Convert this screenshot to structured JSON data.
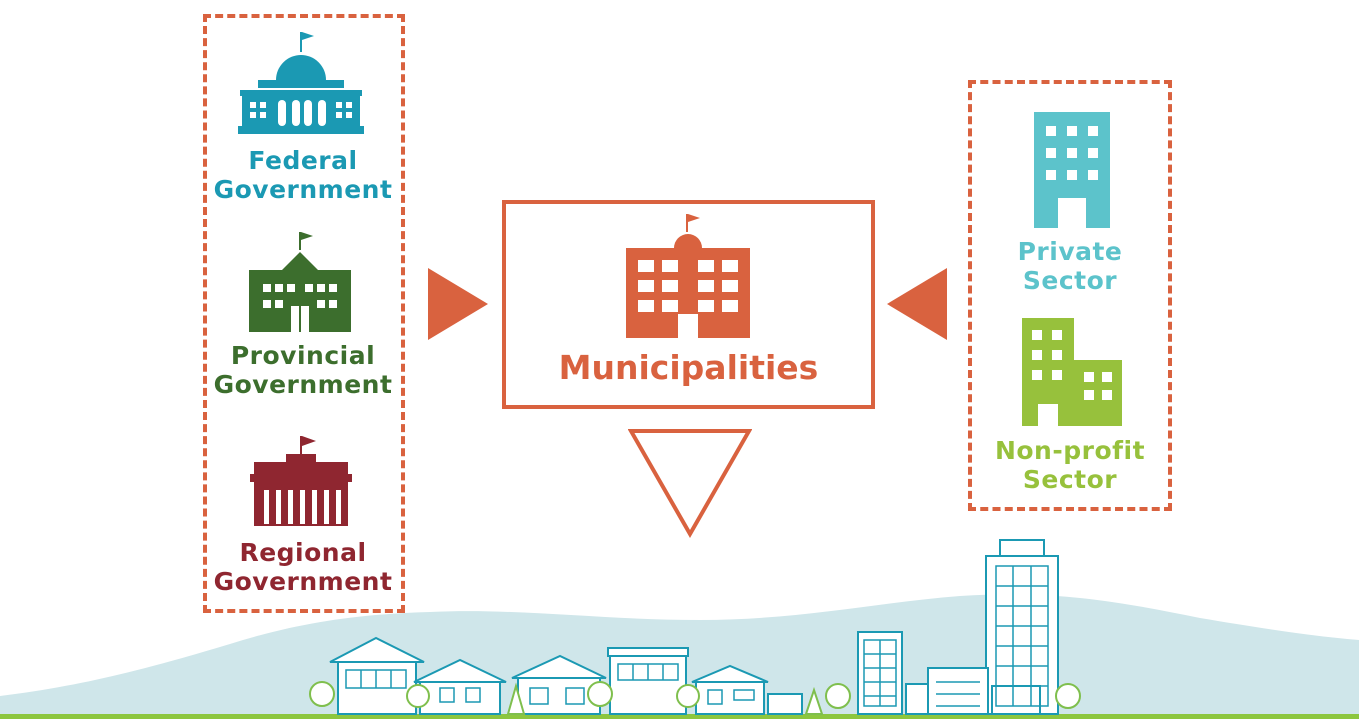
{
  "left_group": {
    "federal": {
      "line1": "Federal",
      "line2": "Government",
      "color": "#1b99b3"
    },
    "provincial": {
      "line1": "Provincial",
      "line2": "Government",
      "color": "#3c6e2d"
    },
    "regional": {
      "line1": "Regional",
      "line2": "Government",
      "color": "#8f2630"
    }
  },
  "center": {
    "label": "Municipalities",
    "color": "#d9623f"
  },
  "right_group": {
    "private": {
      "line1": "Private",
      "line2": "Sector",
      "color": "#5cc3cb"
    },
    "nonprofit": {
      "line1": "Non-profit",
      "line2": "Sector",
      "color": "#97c13c"
    }
  },
  "colors": {
    "accent": "#d9623f",
    "hills": "#cfe6ea",
    "skyline": "#1b99b3",
    "trees": "#7fbf4d",
    "ground": "#8cc63f"
  },
  "icons": [
    "capitol-icon",
    "school-flag-icon",
    "courthouse-icon",
    "town-hall-icon",
    "office-tower-icon",
    "office-cluster-icon",
    "city-skyline-icon"
  ]
}
